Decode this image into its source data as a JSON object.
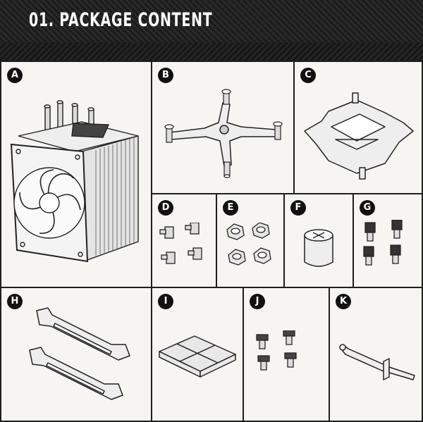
{
  "header": {
    "title": "01. PACKAGE CONTENT"
  },
  "panels": {
    "A": "A",
    "B": "B",
    "C": "C",
    "D": "D",
    "E": "E",
    "F": "F",
    "G": "G",
    "H": "H",
    "I": "I",
    "J": "J",
    "K": "K"
  }
}
